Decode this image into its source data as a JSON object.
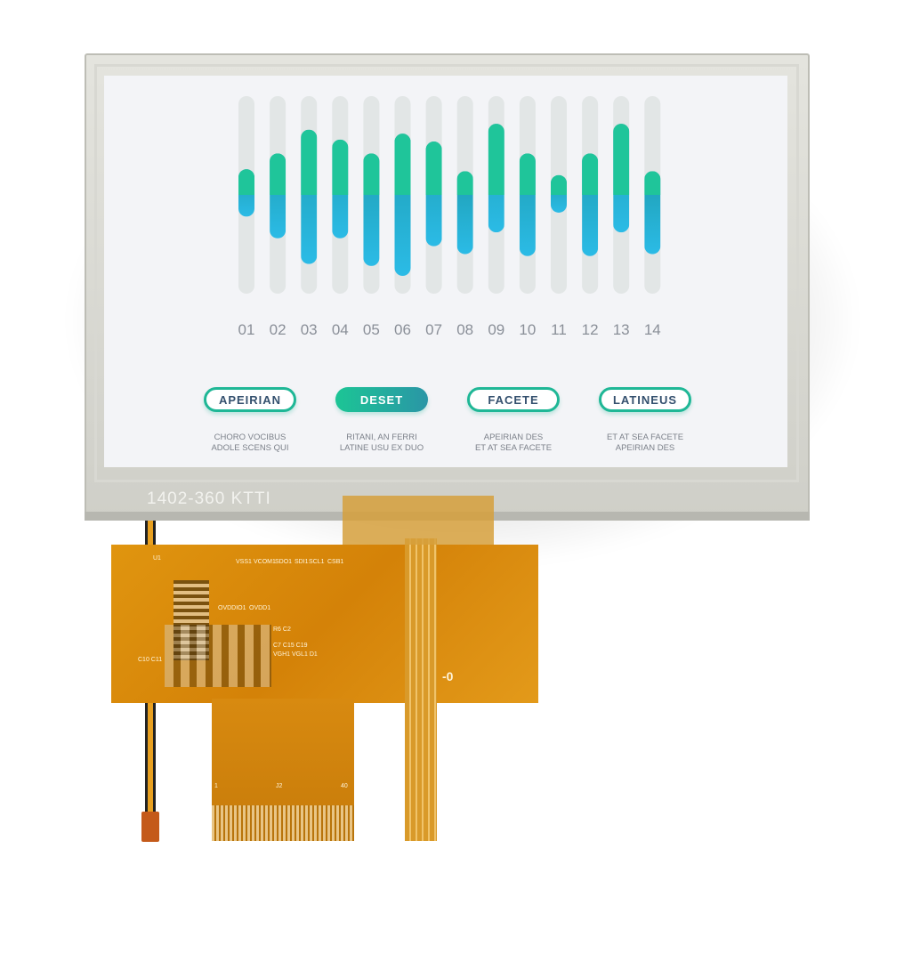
{
  "device": {
    "model_label": "1402-360 KTTI",
    "pcb_labels": [
      "VSS1",
      "VCOM1",
      "SDO1",
      "SDI1",
      "SCL1",
      "CSB1",
      "OVDDIO1",
      "OVDD1",
      "R6 C2",
      "C7 C15 C19",
      "VGH1 VGL1 D1",
      "C10 C11",
      "U1",
      "J2",
      "1",
      "40",
      "-0"
    ]
  },
  "colors": {
    "green": "#1fc59a",
    "blue": "#29b5df",
    "track": "#e2e6e6",
    "text": "#34506e"
  },
  "chart_data": {
    "type": "bar",
    "categories": [
      "01",
      "02",
      "03",
      "04",
      "05",
      "06",
      "07",
      "08",
      "09",
      "10",
      "11",
      "12",
      "13",
      "14"
    ],
    "ranges": [
      [
        39,
        63
      ],
      [
        28,
        71
      ],
      [
        15,
        83
      ],
      [
        28,
        78
      ],
      [
        14,
        71
      ],
      [
        9,
        81
      ],
      [
        24,
        77
      ],
      [
        20,
        62
      ],
      [
        31,
        86
      ],
      [
        19,
        71
      ],
      [
        41,
        60
      ],
      [
        19,
        71
      ],
      [
        31,
        86
      ],
      [
        20,
        62
      ]
    ],
    "split_level": 50,
    "ylim": [
      0,
      100
    ]
  },
  "buttons": [
    {
      "label": "APEIRIAN",
      "active": false,
      "desc": [
        "CHORO VOCIBUS",
        "ADOLE SCENS QUI"
      ]
    },
    {
      "label": "DESET",
      "active": true,
      "desc": [
        "RITANI, AN FERRI",
        "LATINE USU EX DUO"
      ]
    },
    {
      "label": "FACETE",
      "active": false,
      "desc": [
        "APEIRIAN DES",
        "ET AT SEA FACETE"
      ]
    },
    {
      "label": "LATINEUS",
      "active": false,
      "desc": [
        "ET AT SEA FACETE",
        "APEIRIAN DES"
      ]
    }
  ]
}
